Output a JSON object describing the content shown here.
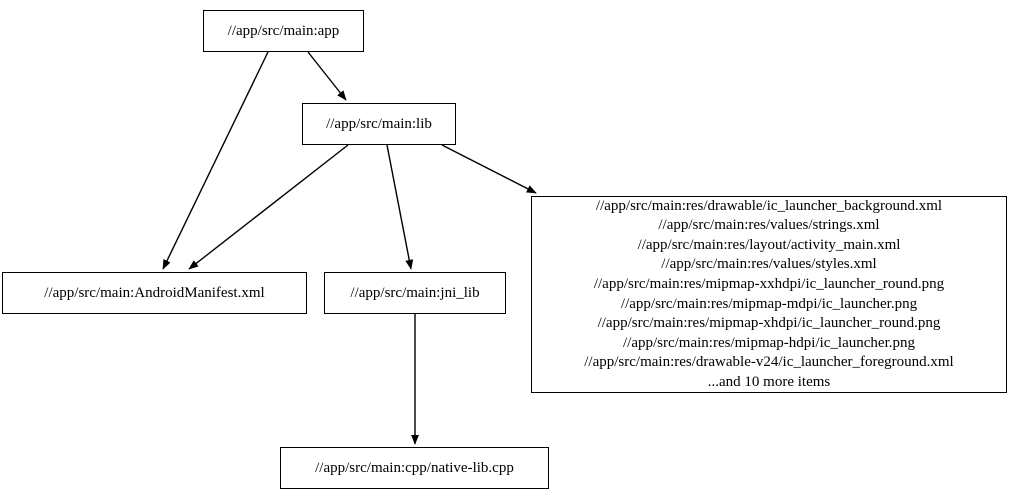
{
  "graph": {
    "type": "directed-dependency-graph",
    "background_color": "#ffffff",
    "node_border_color": "#000000",
    "edge_color": "#000000",
    "text_color": "#000000",
    "nodes": [
      {
        "id": "app",
        "label": "//app/src/main:app"
      },
      {
        "id": "lib",
        "label": "//app/src/main:lib"
      },
      {
        "id": "manifest",
        "label": "//app/src/main:AndroidManifest.xml"
      },
      {
        "id": "jni_lib",
        "label": "//app/src/main:jni_lib"
      },
      {
        "id": "native_lib",
        "label": "//app/src/main:cpp/native-lib.cpp"
      },
      {
        "id": "res_group",
        "lines": [
          "//app/src/main:res/drawable/ic_launcher_background.xml",
          "//app/src/main:res/values/strings.xml",
          "//app/src/main:res/layout/activity_main.xml",
          "//app/src/main:res/values/styles.xml",
          "//app/src/main:res/mipmap-xxhdpi/ic_launcher_round.png",
          "//app/src/main:res/mipmap-mdpi/ic_launcher.png",
          "//app/src/main:res/mipmap-xhdpi/ic_launcher_round.png",
          "//app/src/main:res/mipmap-hdpi/ic_launcher.png",
          "//app/src/main:res/drawable-v24/ic_launcher_foreground.xml",
          "...and 10 more items"
        ],
        "overflow_label": "...and 10 more items",
        "overflow_count": 10
      }
    ],
    "edges": [
      {
        "from": "app",
        "to": "manifest"
      },
      {
        "from": "app",
        "to": "lib"
      },
      {
        "from": "lib",
        "to": "manifest"
      },
      {
        "from": "lib",
        "to": "jni_lib"
      },
      {
        "from": "lib",
        "to": "res_group"
      },
      {
        "from": "jni_lib",
        "to": "native_lib"
      }
    ]
  }
}
